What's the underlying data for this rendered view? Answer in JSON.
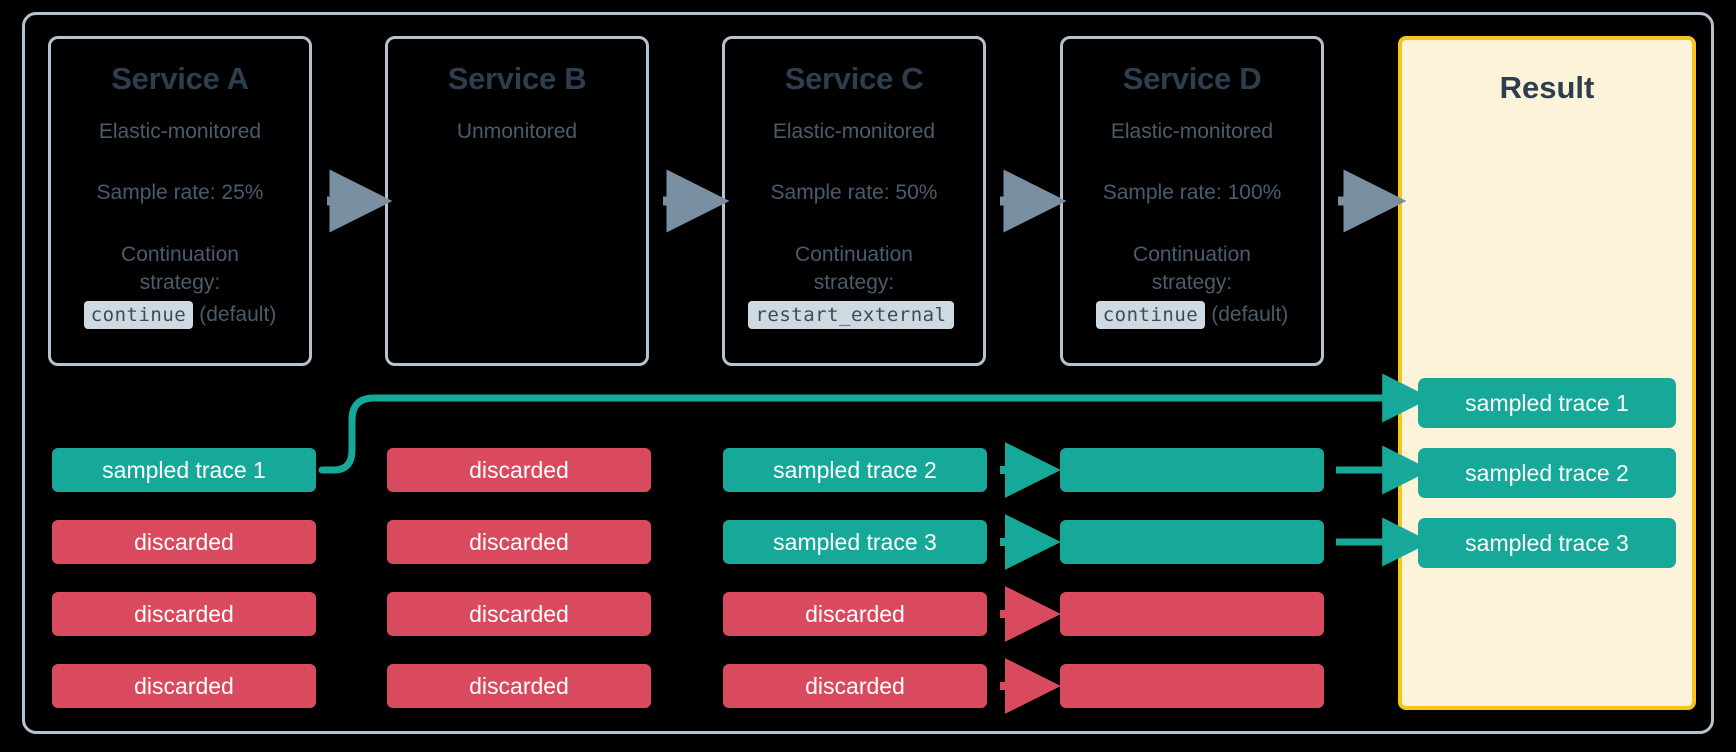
{
  "diagram": {
    "title_hidden": "",
    "colors": {
      "background": "#000000",
      "frame_border": "#b6c2ce",
      "service_border": "#b6c2ce",
      "service_title": "#2e3e4e",
      "service_text": "#4a5c6b",
      "code_chip_bg": "#cfd9e2",
      "sampled": "#16a99a",
      "discarded": "#d94a5e",
      "result_bg": "#fcf3d9",
      "result_border": "#f5c51e",
      "grey_arrow": "#7b8fa3"
    }
  },
  "services": [
    {
      "id": "service-a",
      "title": "Service A",
      "monitoring": "Elastic-monitored",
      "sample_rate": "Sample rate: 25%",
      "strategy_label_line1": "Continuation",
      "strategy_label_line2": "strategy:",
      "strategy_value": "continue",
      "strategy_note": "(default)"
    },
    {
      "id": "service-b",
      "title": "Service B",
      "monitoring": "Unmonitored",
      "sample_rate": "",
      "strategy_label_line1": "",
      "strategy_label_line2": "",
      "strategy_value": "",
      "strategy_note": ""
    },
    {
      "id": "service-c",
      "title": "Service C",
      "monitoring": "Elastic-monitored",
      "sample_rate": "Sample rate: 50%",
      "strategy_label_line1": "Continuation",
      "strategy_label_line2": "strategy:",
      "strategy_value": "restart_external",
      "strategy_note": ""
    },
    {
      "id": "service-d",
      "title": "Service D",
      "monitoring": "Elastic-monitored",
      "sample_rate": "Sample rate: 100%",
      "strategy_label_line1": "Continuation",
      "strategy_label_line2": "strategy:",
      "strategy_value": "continue",
      "strategy_note": "(default)"
    }
  ],
  "result": {
    "title": "Result",
    "bars": [
      {
        "label": "sampled trace 1",
        "state": "sampled"
      },
      {
        "label": "sampled trace 2",
        "state": "sampled"
      },
      {
        "label": "sampled trace 3",
        "state": "sampled"
      }
    ]
  },
  "trace_columns": [
    {
      "service": "Service A",
      "bars": [
        {
          "label": "sampled trace 1",
          "state": "sampled"
        },
        {
          "label": "discarded",
          "state": "discarded"
        },
        {
          "label": "discarded",
          "state": "discarded"
        },
        {
          "label": "discarded",
          "state": "discarded"
        }
      ]
    },
    {
      "service": "Service B",
      "bars": [
        {
          "label": "discarded",
          "state": "discarded"
        },
        {
          "label": "discarded",
          "state": "discarded"
        },
        {
          "label": "discarded",
          "state": "discarded"
        },
        {
          "label": "discarded",
          "state": "discarded"
        }
      ]
    },
    {
      "service": "Service C",
      "bars": [
        {
          "label": "sampled trace 2",
          "state": "sampled"
        },
        {
          "label": "sampled trace 3",
          "state": "sampled"
        },
        {
          "label": "discarded",
          "state": "discarded"
        },
        {
          "label": "discarded",
          "state": "discarded"
        }
      ]
    },
    {
      "service": "Service D",
      "bars": [
        {
          "label": "",
          "state": "sampled"
        },
        {
          "label": "",
          "state": "sampled"
        },
        {
          "label": "",
          "state": "discarded"
        },
        {
          "label": "",
          "state": "discarded"
        }
      ]
    }
  ],
  "flow_arrows": {
    "service_chain": [
      "a-to-b",
      "b-to-c",
      "c-to-d",
      "d-to-result"
    ],
    "c_to_d": [
      "sampled",
      "sampled",
      "discarded",
      "discarded"
    ],
    "d_to_result": [
      "sampled",
      "sampled"
    ],
    "a_to_result_curve": "sampled trace 1 routed to Result"
  }
}
